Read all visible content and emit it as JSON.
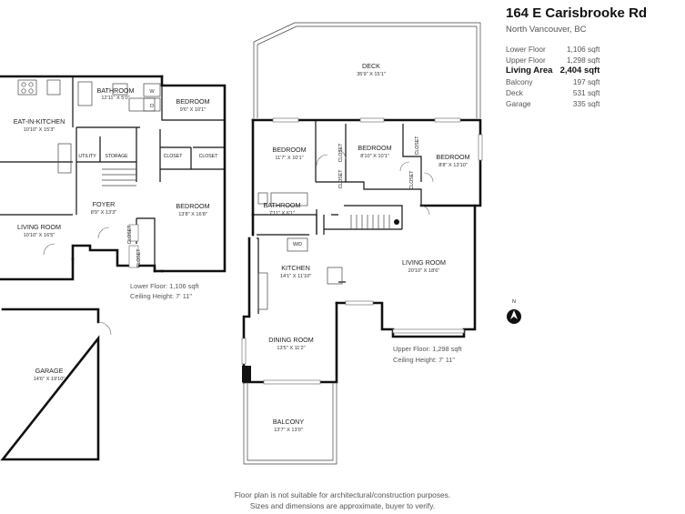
{
  "header": {
    "address": "164 E Carisbrooke Rd",
    "city": "North Vancouver, BC"
  },
  "stats": [
    {
      "label": "Lower Floor",
      "value": "1,106 sqft"
    },
    {
      "label": "Upper Floor",
      "value": "1,298 sqft"
    },
    {
      "label": "Living Area",
      "value": "2,404 sqft"
    },
    {
      "label": "Balcony",
      "value": "197 sqft"
    },
    {
      "label": "Deck",
      "value": "531 sqft"
    },
    {
      "label": "Garage",
      "value": "335 sqft"
    }
  ],
  "lower": {
    "kitchen": {
      "name": "EAT-IN-KITCHEN",
      "dim": "10'10\" X 15'3\""
    },
    "bathroom": {
      "name": "BATHROOM",
      "dim": "12'11\" X 5'0\""
    },
    "bedroom1": {
      "name": "BEDROOM",
      "dim": "9'6\" X 10'1\""
    },
    "bedroom2": {
      "name": "BEDROOM",
      "dim": "13'8\" X 16'8\""
    },
    "foyer": {
      "name": "FOYER",
      "dim": "8'9\" X 13'3\""
    },
    "living": {
      "name": "LIVING ROOM",
      "dim": "10'10\" X 16'5\""
    },
    "garage": {
      "name": "GARAGE",
      "dim": "14'6\" X 19'10\""
    },
    "utility": "UTILITY",
    "storage": "STORAGE",
    "closet": "CLOSET",
    "washer": "W",
    "dryer": "D",
    "floor_note": "Lower Floor: 1,106 sqft",
    "ceiling_note": "Ceiling Height: 7' 11\""
  },
  "upper": {
    "deck": {
      "name": "DECK",
      "dim": "35'9\" X 15'1\""
    },
    "bedroom1": {
      "name": "BEDROOM",
      "dim": "11'7\" X 10'1\""
    },
    "bedroom2": {
      "name": "BEDROOM",
      "dim": "8'10\" X 10'1\""
    },
    "bedroom3": {
      "name": "BEDROOM",
      "dim": "8'8\" X 13'10\""
    },
    "bathroom": {
      "name": "BATHROOM",
      "dim": "7'11\" X 6'1\""
    },
    "kitchen": {
      "name": "KITCHEN",
      "dim": "14'1\" X 11'10\""
    },
    "living": {
      "name": "LIVING ROOM",
      "dim": "20'10\" X 18'6\""
    },
    "dining": {
      "name": "DINING ROOM",
      "dim": "13'5\" X 11'2\""
    },
    "balcony": {
      "name": "BALCONY",
      "dim": "13'7\" X 13'0\""
    },
    "closet": "CLOSET",
    "wd": "W/D",
    "floor_note": "Upper Floor: 1,298 sqft",
    "ceiling_note": "Ceiling Height: 7' 11\""
  },
  "compass": "N",
  "disclaimer": {
    "line1": "Floor plan is not suitable for architectural/construction purposes.",
    "line2": "Sizes and dimensions are approximate, buyer to verify."
  }
}
